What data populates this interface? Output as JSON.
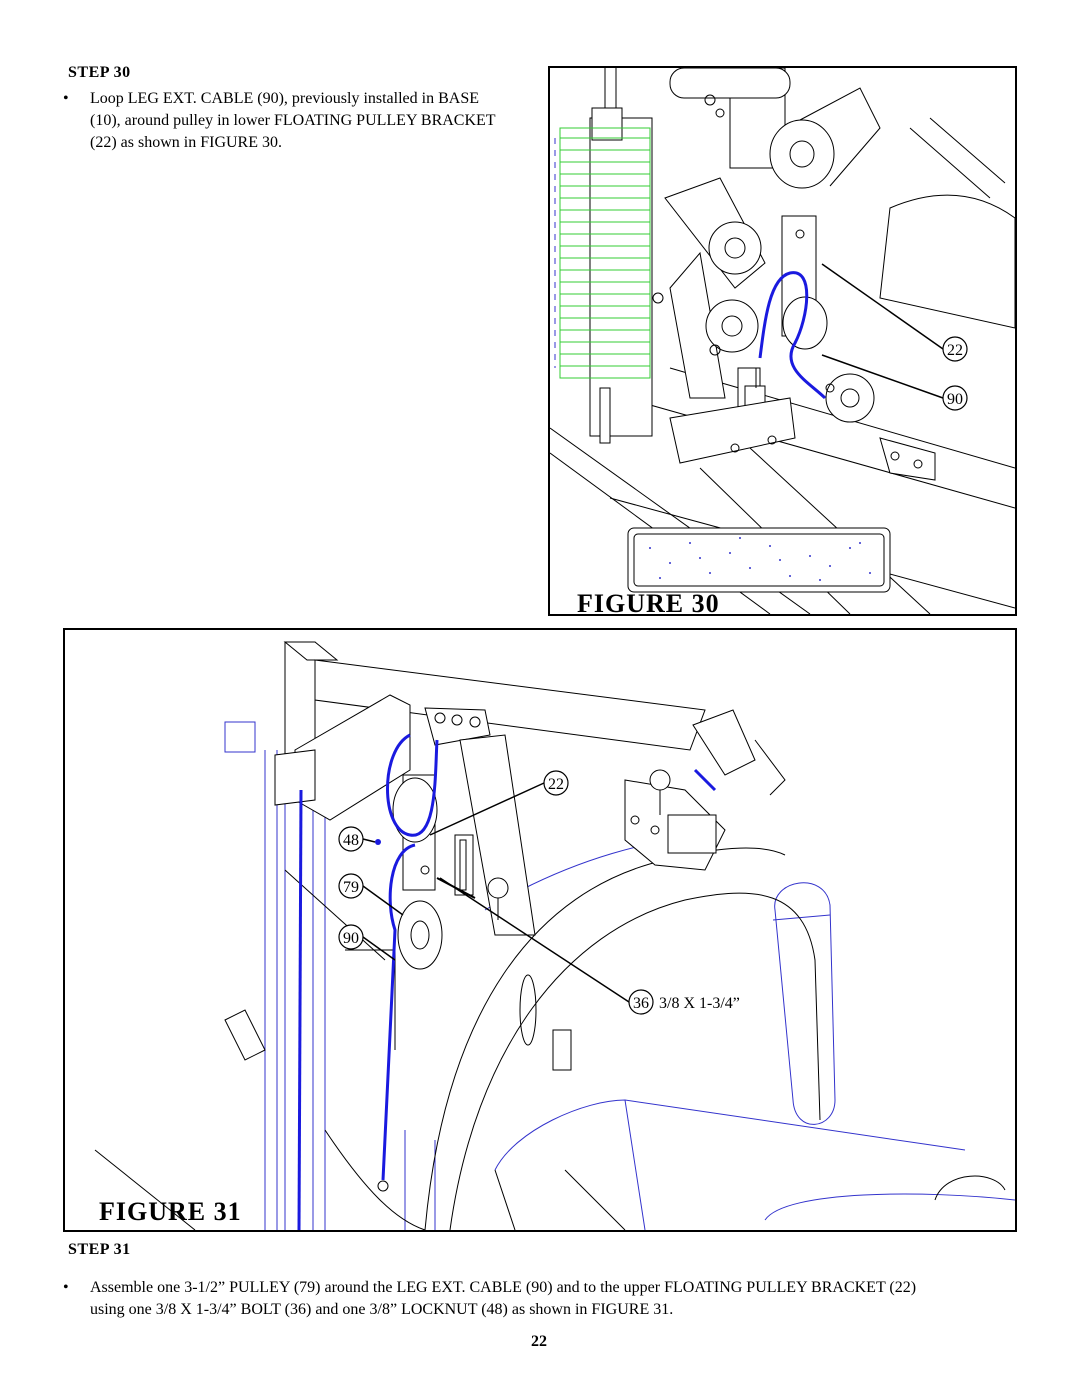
{
  "step30": {
    "heading": "STEP 30",
    "bullet": "•",
    "line1": "Loop LEG EXT. CABLE (90), previously installed in BASE",
    "line2": "(10), around pulley in lower FLOATING PULLEY BRACKET",
    "line3": "(22) as shown in FIGURE 30."
  },
  "figure30": {
    "caption": "FIGURE 30",
    "callouts": [
      "22",
      "90"
    ]
  },
  "figure31": {
    "caption": "FIGURE 31",
    "callouts": [
      "22",
      "48",
      "79",
      "90",
      "36"
    ],
    "bolt_label": "3/8 X 1-3/4”"
  },
  "step31": {
    "heading": "STEP 31",
    "bullet": "•",
    "line1": "Assemble one 3-1/2” PULLEY (79) around the LEG EXT. CABLE (90) and to the upper FLOATING PULLEY BRACKET (22)",
    "line2": "using one 3/8 X 1-3/4” BOLT (36) and one 3/8” LOCKNUT (48) as shown in FIGURE 31."
  },
  "page_number": "22",
  "colors": {
    "cable": "#1a1adf",
    "frame_line": "#3333cc",
    "weight_plate": "#33cc33",
    "ink": "#000000"
  }
}
